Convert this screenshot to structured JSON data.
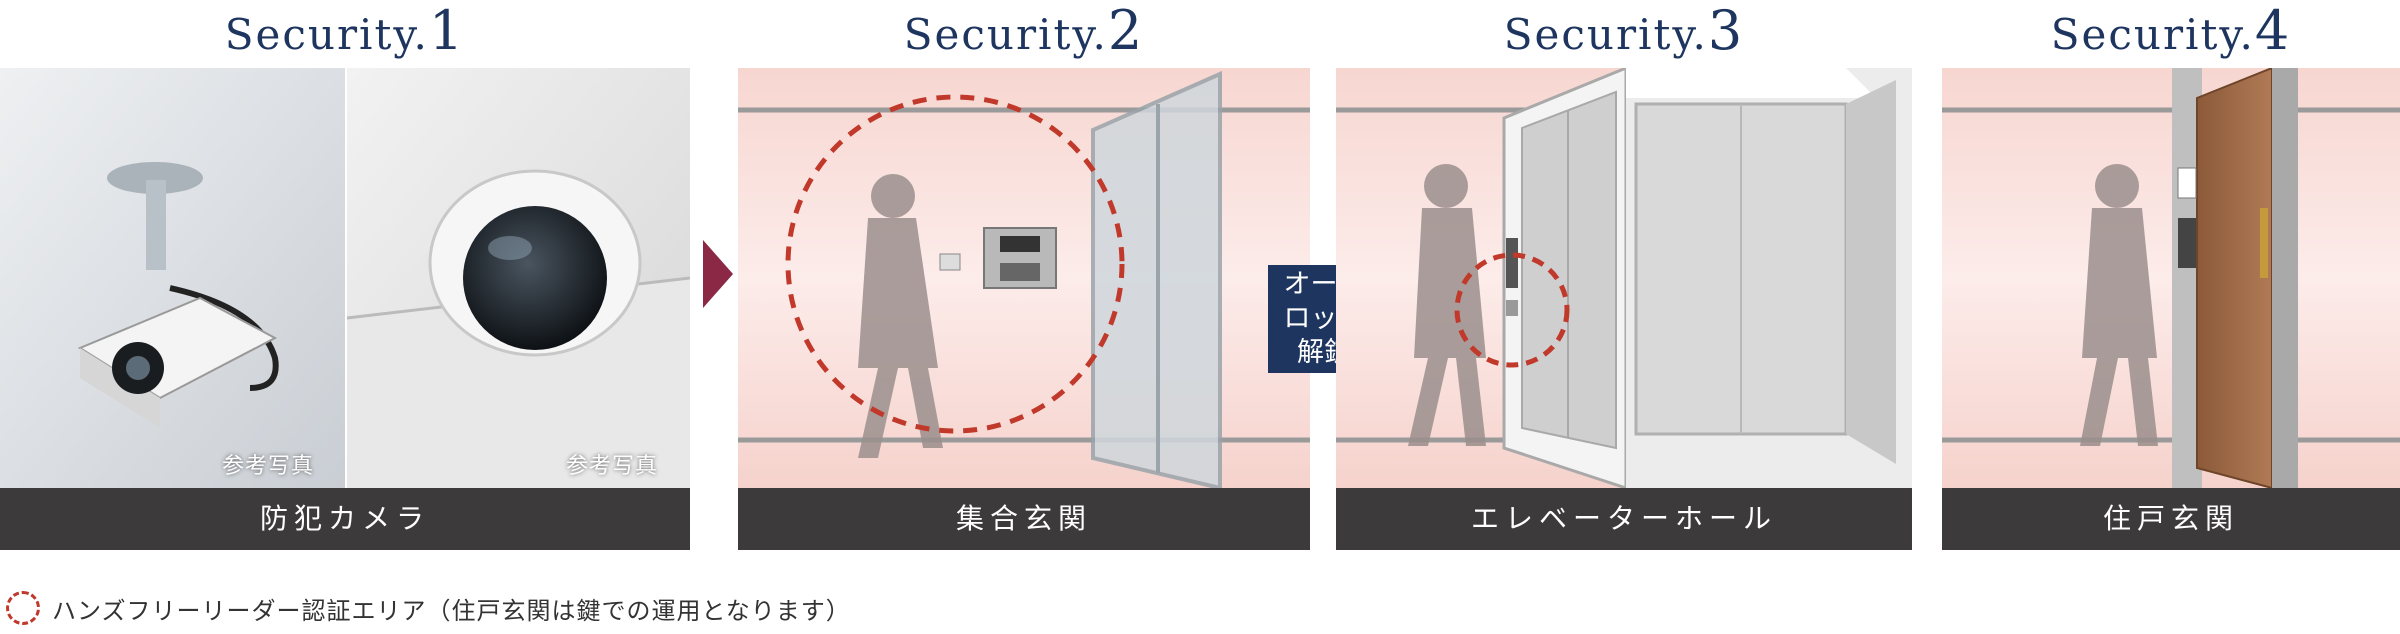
{
  "sections": [
    {
      "label": "Security.",
      "number": "1",
      "caption": "防犯カメラ",
      "photo_tags": [
        "参考写真",
        "参考写真"
      ]
    },
    {
      "label": "Security.",
      "number": "2",
      "caption": "集合玄関"
    },
    {
      "label": "Security.",
      "number": "3",
      "caption": "エレベーターホール"
    },
    {
      "label": "Security.",
      "number": "4",
      "caption": "住戸玄関"
    }
  ],
  "autolock": {
    "line1": "オート",
    "line2": "ロック",
    "line3": "解錠"
  },
  "legend": {
    "text": "ハンズフリーリーダー認証エリア（住戸玄関は鍵での運用となります）"
  },
  "colors": {
    "heading": "#1e3560",
    "caption_bg": "#3d3a3b",
    "arrow": "#8a2846",
    "auth_circle": "#c0392b",
    "scene_bg": "#f9dcd6"
  }
}
